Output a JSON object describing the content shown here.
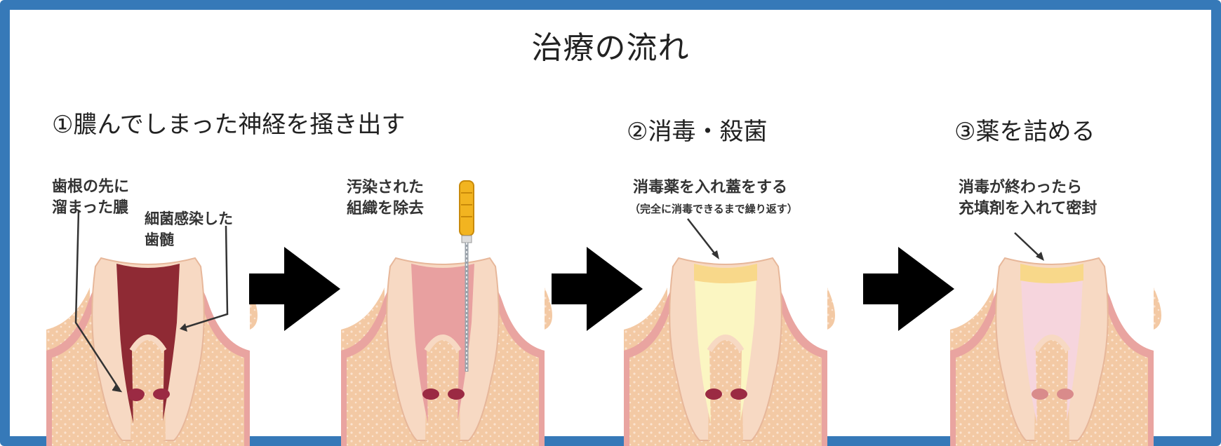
{
  "title": "治療の流れ",
  "colors": {
    "border": "#3679b8",
    "gum": "#e9a4a0",
    "bone": "#f3c9a4",
    "enamel": "#f7d9c3",
    "pus": "#9b2a43",
    "infected_pulp": "#8f2a34",
    "cleaned_canal": "#e8a0a0",
    "disinfectant": "#fbf6c2",
    "cap": "#f8d88a",
    "filling": "#f6d5dd",
    "arrow": "#000000"
  },
  "steps": [
    {
      "title": "①膿んでしまった神経を掻き出す",
      "panels": [
        {
          "labels": [
            {
              "lines": [
                "歯根の先に",
                "溜まった膿"
              ]
            },
            {
              "lines": [
                "細菌感染した",
                "歯髄"
              ]
            }
          ]
        },
        {
          "labels": [
            {
              "lines": [
                "汚染された",
                "組織を除去"
              ]
            }
          ],
          "tool_icon": "endodontic-file-icon"
        }
      ]
    },
    {
      "title": "②消毒・殺菌",
      "panels": [
        {
          "labels": [
            {
              "lines": [
                "消毒薬を入れ蓋をする"
              ],
              "note": "（完全に消毒できるまで繰り返す）"
            }
          ]
        }
      ]
    },
    {
      "title": "③薬を詰める",
      "panels": [
        {
          "labels": [
            {
              "lines": [
                "消毒が終わったら",
                "充填剤を入れて密封"
              ]
            }
          ]
        }
      ]
    }
  ],
  "arrow_icon": "right-arrow-icon"
}
